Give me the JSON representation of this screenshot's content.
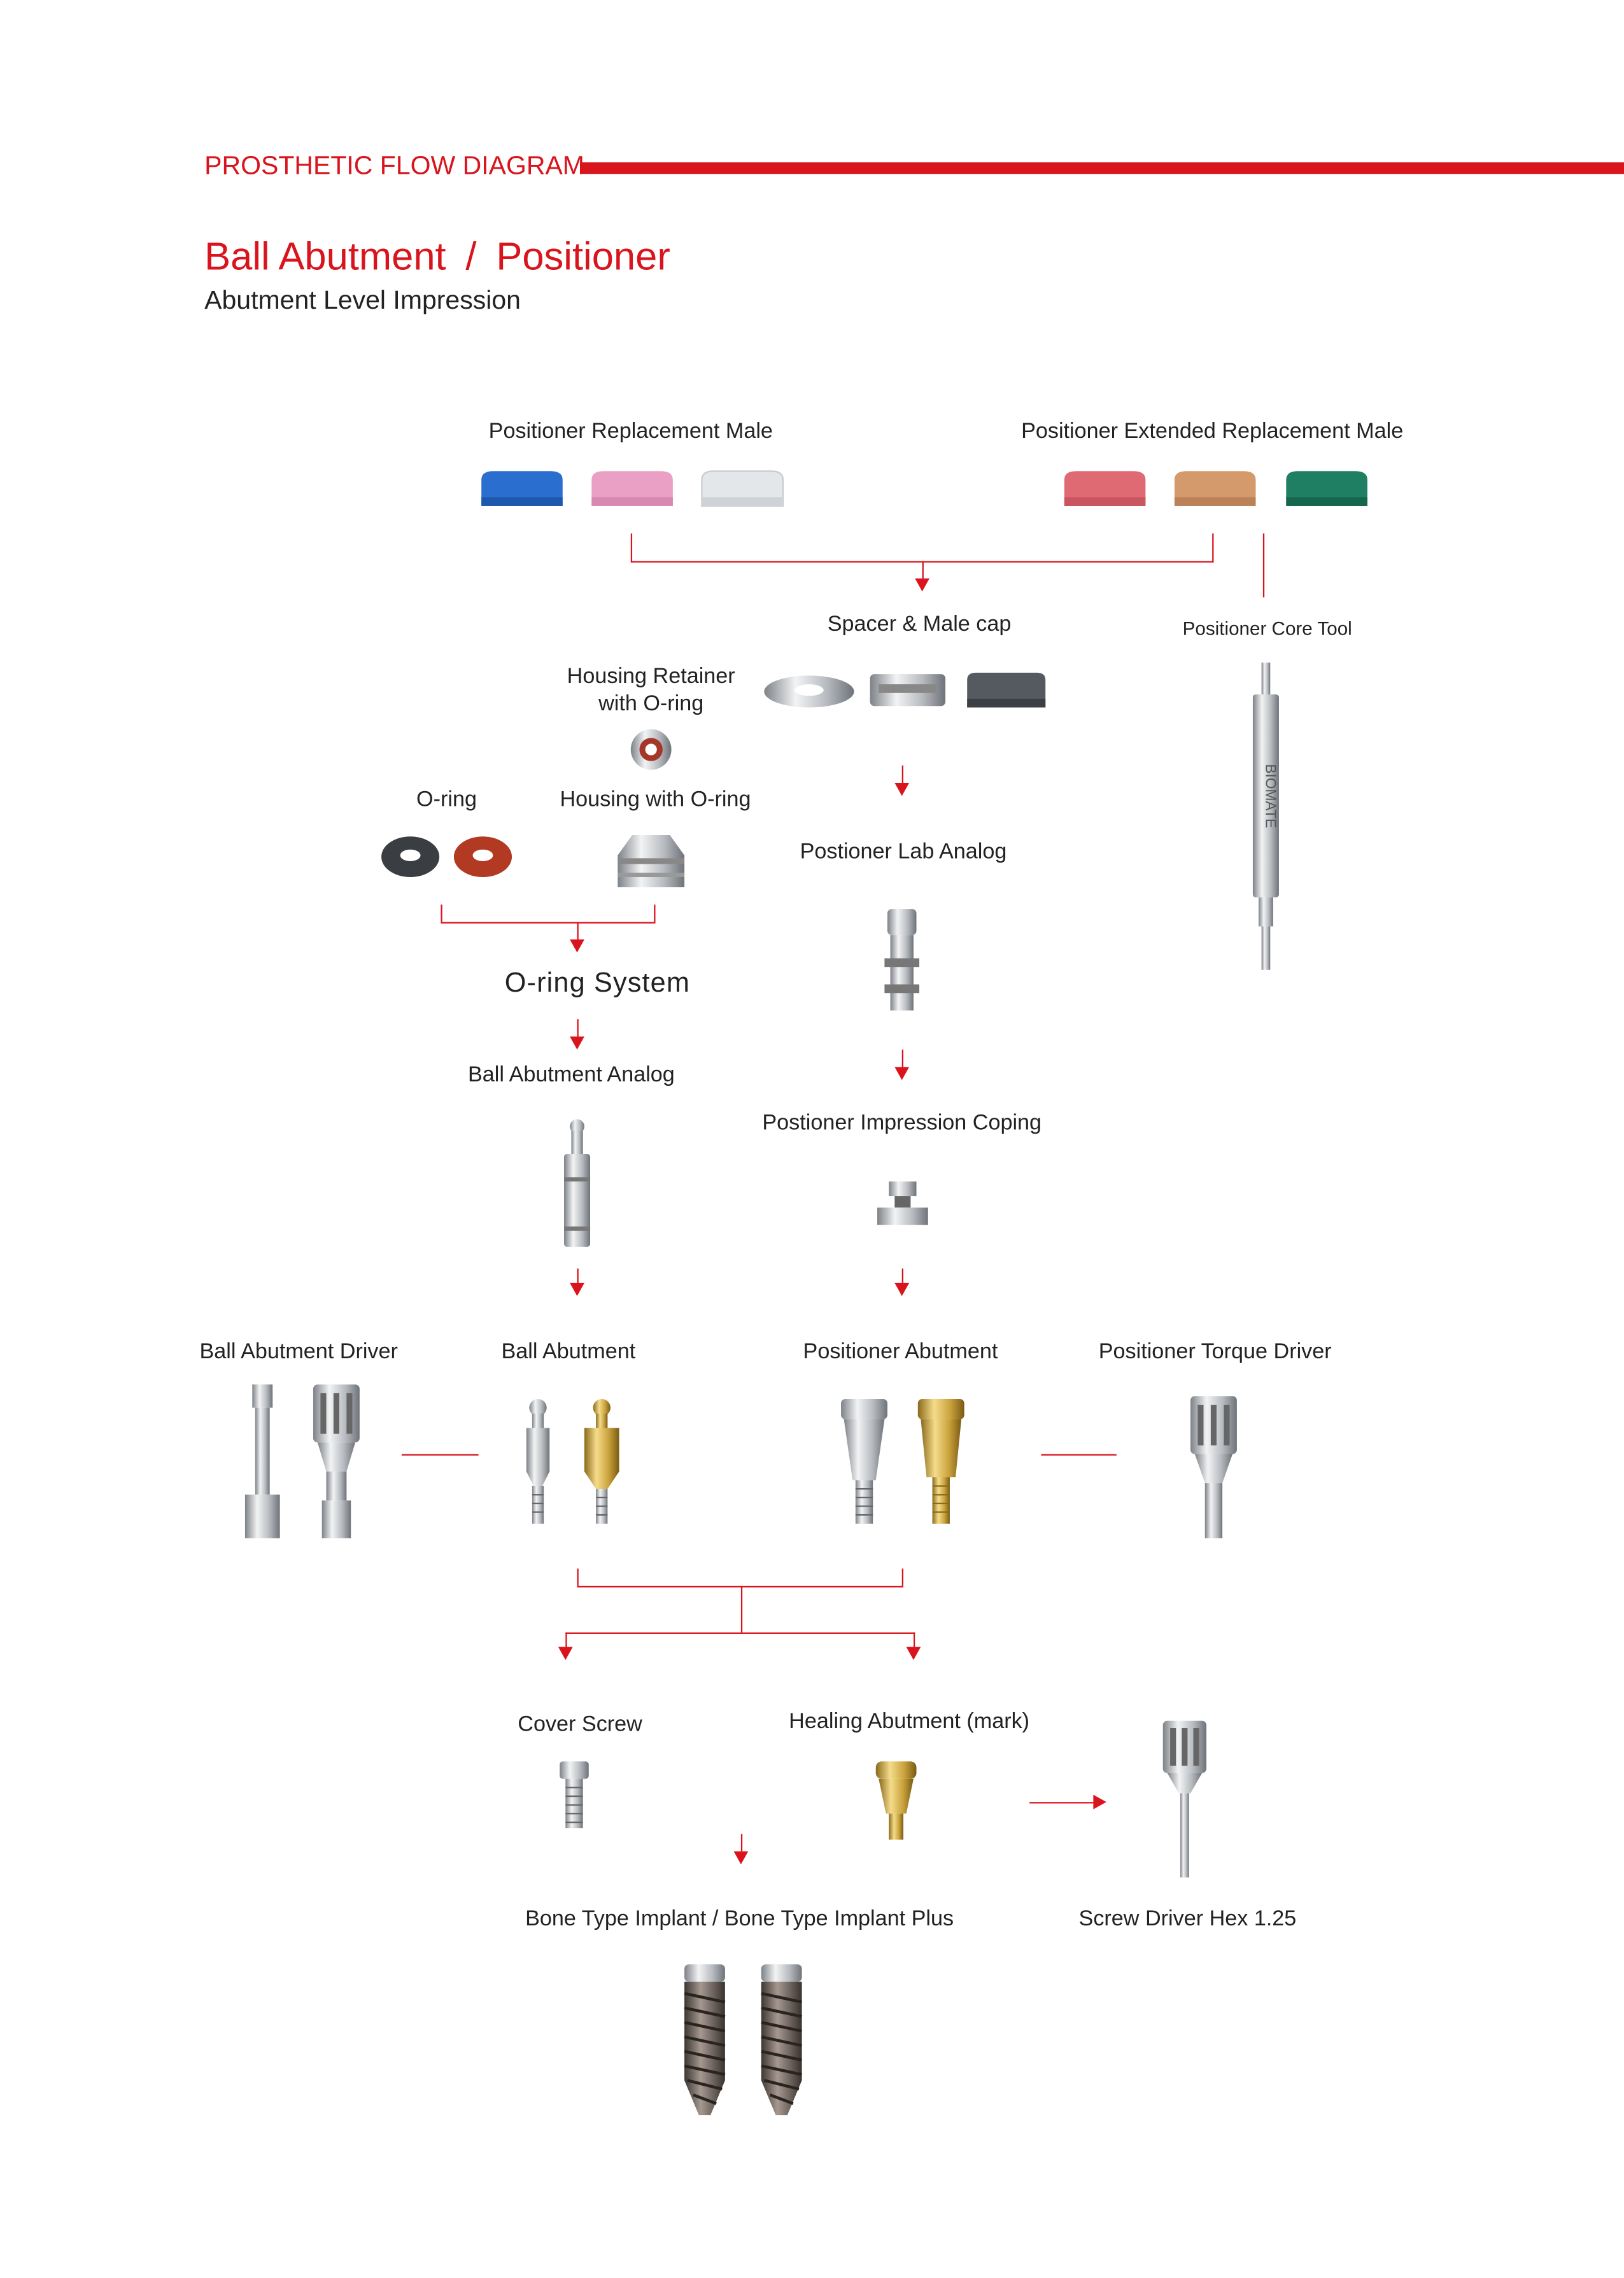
{
  "header": {
    "section": "PROSTHETIC FLOW DIAGRAM",
    "title_left": "Ball Abutment",
    "title_sep": "/",
    "title_right": "Positioner",
    "subtitle": "Abutment Level Impression"
  },
  "colors": {
    "accent": "#d9141c",
    "cap_blue": "#2a6fd0",
    "cap_pink": "#eaa0c4",
    "cap_white": "#e4e7ea",
    "cap_red": "#e06a74",
    "cap_tan": "#d49a6c",
    "cap_green": "#1f7f62"
  },
  "labels": {
    "replacement_male": "Positioner Replacement Male",
    "extended_replacement_male": "Positioner Extended Replacement Male",
    "spacer_male_cap": "Spacer & Male cap",
    "core_tool": "Positioner Core Tool",
    "housing_retainer_1": "Housing Retainer",
    "housing_retainer_2": "with O-ring",
    "o_ring": "O-ring",
    "housing_with_o_ring": "Housing with O-ring",
    "lab_analog": "Postioner Lab Analog",
    "o_ring_system": "O-ring System",
    "ball_abutment_analog": "Ball Abutment Analog",
    "impression_coping": "Postioner Impression Coping",
    "ball_abutment_driver": "Ball Abutment Driver",
    "ball_abutment": "Ball Abutment",
    "positioner_abutment": "Positioner Abutment",
    "positioner_torque_driver": "Positioner Torque Driver",
    "cover_screw": "Cover Screw",
    "healing_abutment": "Healing Abutment (mark)",
    "bone_type_implant": "Bone Type Implant / Bone Type Implant Plus",
    "screw_driver": "Screw Driver Hex 1.25"
  },
  "logo": {
    "core_tool_brand": "BIOMATE"
  }
}
